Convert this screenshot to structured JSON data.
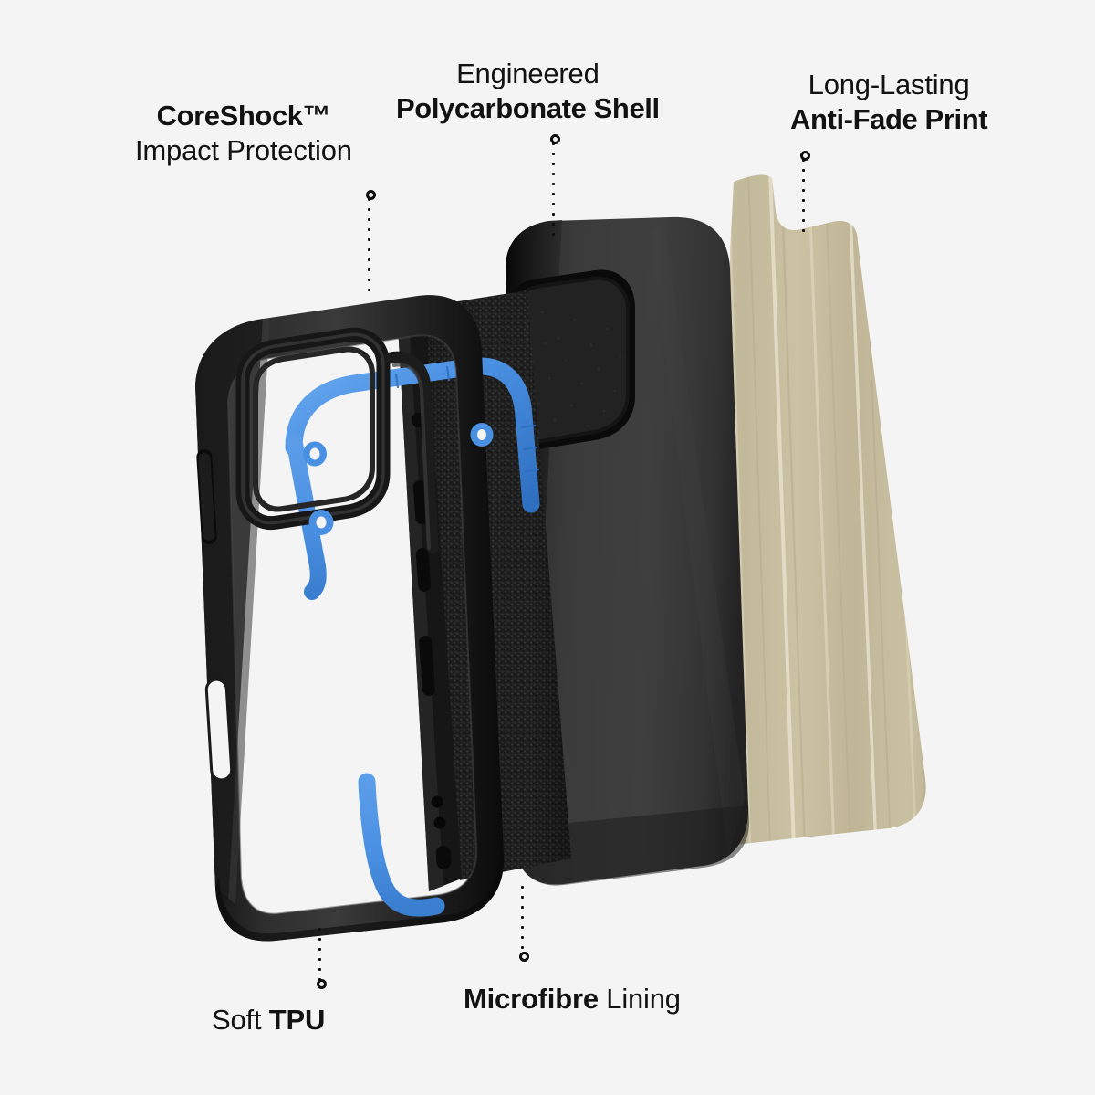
{
  "scene": {
    "type": "exploded-view-product-diagram",
    "subject": "phone case construction layers",
    "background_color": "#f4f4f4",
    "layer_count": 4
  },
  "callouts": [
    {
      "id": "coreshock",
      "line1": "CoreShock™",
      "line2": "Impact Protection",
      "emphasis": "line1",
      "target_layer": "tpu-frame-blue-accent",
      "position": "top-left"
    },
    {
      "id": "polycarbonate",
      "line1": "Engineered",
      "line2": "Polycarbonate Shell",
      "emphasis": "line2",
      "target_layer": "polycarbonate-shell",
      "position": "top-center"
    },
    {
      "id": "antifade",
      "line1": "Long-Lasting",
      "line2": "Anti-Fade Print",
      "emphasis": "line2",
      "target_layer": "print-layer",
      "position": "top-right"
    },
    {
      "id": "tpu",
      "text_regular": "Soft ",
      "text_bold": "TPU",
      "target_layer": "tpu-frame",
      "position": "bottom-left"
    },
    {
      "id": "microfibre",
      "text_bold": "Microfibre",
      "text_regular": " Lining",
      "target_layer": "microfibre-lining",
      "position": "bottom-center"
    }
  ],
  "layers": [
    {
      "name": "Soft TPU Frame",
      "order": 1,
      "color": "#1b1b1b",
      "accent_color": "#4a90e2",
      "features": [
        "side button cutouts",
        "blue CoreShock rails",
        "blue grommet rings",
        "camera bezel opening"
      ]
    },
    {
      "name": "Microfibre Lining",
      "order": 2,
      "color": "#1f1f1f",
      "texture": "granular microfibre",
      "features": [
        "speaker grille",
        "port cutout"
      ]
    },
    {
      "name": "Polycarbonate Shell",
      "order": 3,
      "color": "#333333",
      "features": [
        "camera module cutout",
        "matte finish"
      ]
    },
    {
      "name": "Anti-Fade Print",
      "order": 4,
      "color": "#c4ba9b",
      "highlight_color": "#e6dfc8",
      "features": [
        "vertical brushed streaks",
        "camera notch cutout"
      ]
    }
  ],
  "colors": {
    "background": "#f4f4f4",
    "text": "#121212",
    "blue_accent": "#4a90e2",
    "blue_accent_dark": "#2f6fc0",
    "black_tpu": "#1b1b1b",
    "shell_black": "#333333",
    "print_beige": "#c4ba9b",
    "print_highlight": "#e6dfc8",
    "leader_dot": "#0d0d0d"
  }
}
